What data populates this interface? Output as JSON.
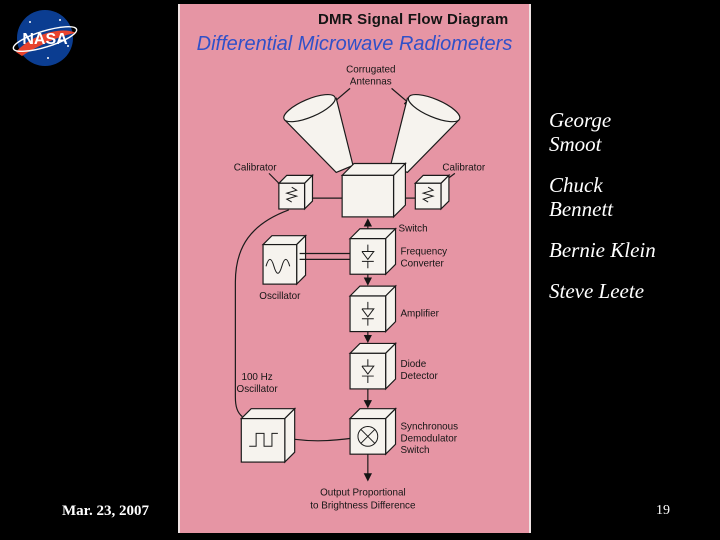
{
  "slide": {
    "date": "Mar. 23, 2007",
    "page_number": "19"
  },
  "logo": {
    "text": "NASA"
  },
  "panel": {
    "title": "DMR Signal Flow Diagram",
    "subtitle": "Differential Microwave Radiometers"
  },
  "diagram": {
    "antennas_label_1": "Corrugated",
    "antennas_label_2": "Antennas",
    "calibrator_left": "Calibrator",
    "calibrator_right": "Calibrator",
    "switch": "Switch",
    "oscillator": "Oscillator",
    "frequency_converter_1": "Frequency",
    "frequency_converter_2": "Converter",
    "amplifier": "Amplifier",
    "diode_detector_1": "Diode",
    "diode_detector_2": "Detector",
    "hz_oscillator_1": "100 Hz",
    "hz_oscillator_2": "Oscillator",
    "sync_demod_1": "Synchronous",
    "sync_demod_2": "Demodulator",
    "sync_demod_3": "Switch",
    "output_1": "Output Proportional",
    "output_2": "to Brightness Difference"
  },
  "credits": [
    {
      "lines": [
        "George",
        "Smoot"
      ]
    },
    {
      "lines": [
        "Chuck",
        "Bennett"
      ]
    },
    {
      "lines": [
        "Bernie Klein"
      ]
    },
    {
      "lines": [
        "Steve Leete"
      ]
    }
  ],
  "colors": {
    "panel_pink": "#e695a4",
    "subtitle_blue": "#3050c8",
    "nasa_blue": "#0b3d91",
    "nasa_red": "#e8432e"
  }
}
